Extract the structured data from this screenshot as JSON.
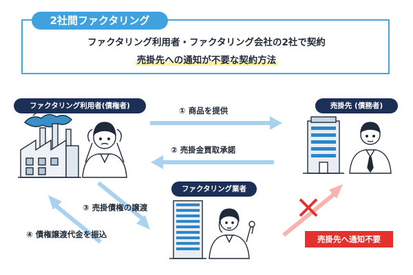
{
  "header": {
    "tag": "2社間ファクタリング",
    "line1": "ファクタリング利用者・ファクタリング会社の2社で契約",
    "line2": "売掛先への通知が不要な契約方法"
  },
  "parties": {
    "user": "ファクタリング利用者(債権者)",
    "debtor": "売掛先 (債務者)",
    "factor": "ファクタリング業者"
  },
  "flows": {
    "step1": "① 商品を提供",
    "step2": "② 売掛金買取承諾",
    "step3": "③ 売掛債権の譲渡",
    "step4": "④ 債権譲渡代金を振込"
  },
  "notice": {
    "label": "売掛先へ通知不要"
  },
  "colors": {
    "accent_blue": "#40a2dc",
    "navy": "#1c2f56",
    "arrow_blue": "#a9d2ee",
    "arrow_pink": "#f6b3b0",
    "warning_red": "#e3312d",
    "highlight_yellow": "#fbf3a6"
  }
}
